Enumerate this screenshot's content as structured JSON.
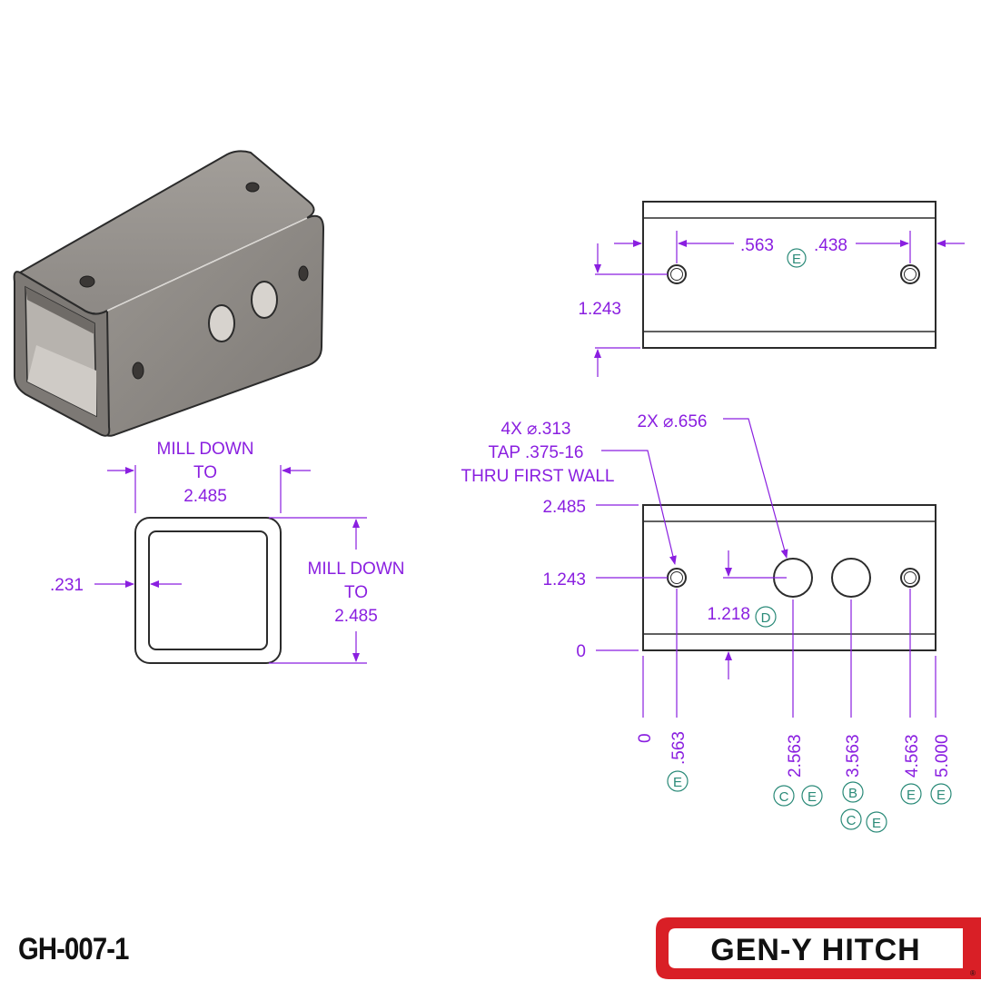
{
  "part_number": "GH-007-1",
  "brand": {
    "name": "GEN-Y HITCH",
    "registered": "®",
    "accent": "#d91f26"
  },
  "colors": {
    "dimension": "#8a1fe0",
    "datum": "#2a8a78",
    "outline": "#2b2b2b",
    "part_fill": "#8c8783"
  },
  "section_view": {
    "width_note": [
      "MILL DOWN",
      "TO",
      "2.485"
    ],
    "height_note": [
      "MILL DOWN",
      "TO",
      "2.485"
    ],
    "wall": ".231"
  },
  "top_view": {
    "left_offset": ".563",
    "right_offset": ".438",
    "datum": "E",
    "height": "1.243"
  },
  "side_view": {
    "tap_note": [
      "4X ⌀.313",
      "TAP .375-16",
      "THRU FIRST WALL"
    ],
    "hole_note": "2X ⌀.656",
    "y_dims": [
      "2.485",
      "1.243",
      "0"
    ],
    "y_offset": "1.218",
    "y_offset_datum": "D",
    "x_dims": [
      {
        "value": "0",
        "datums": []
      },
      {
        "value": ".563",
        "datums": [
          "E"
        ]
      },
      {
        "value": "2.563",
        "datums": [
          "C",
          "E"
        ]
      },
      {
        "value": "3.563",
        "datums": [
          "B",
          "C",
          "E"
        ]
      },
      {
        "value": "4.563",
        "datums": [
          "E"
        ]
      },
      {
        "value": "5.000",
        "datums": [
          "E"
        ]
      }
    ]
  }
}
